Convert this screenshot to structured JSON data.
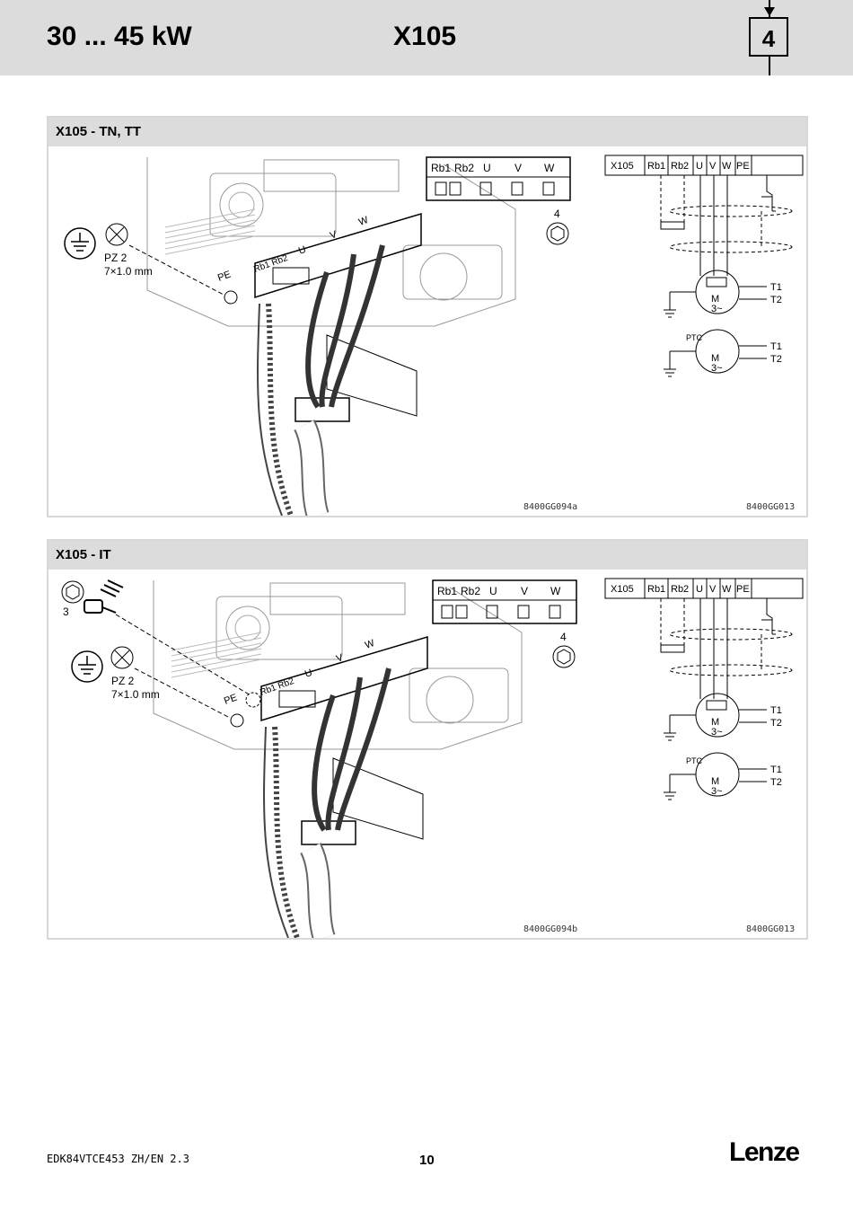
{
  "header": {
    "power_range": "30 ... 45 kW",
    "code": "X105",
    "chapter": "4"
  },
  "panels": [
    {
      "title": "X105 - TN, TT",
      "terminals": [
        "Rb1",
        "Rb2",
        "U",
        "V",
        "W"
      ],
      "device_labels": [
        "PE",
        "Rb1 Rb2",
        "U",
        "V",
        "W"
      ],
      "tool_number": "4",
      "torque_tool": "PZ 2",
      "torque_spec": "7×1.0 mm",
      "ref_left": "8400GG094a",
      "ref_right": "8400GG013"
    },
    {
      "title": "X105 - IT",
      "terminals": [
        "Rb1",
        "Rb2",
        "U",
        "V",
        "W"
      ],
      "device_labels": [
        "PE",
        "Rb1 Rb2",
        "U",
        "V",
        "W"
      ],
      "tool_number": "4",
      "screw_number": "3",
      "torque_tool": "PZ 2",
      "torque_spec": "7×1.0 mm",
      "ref_left": "8400GG094b",
      "ref_right": "8400GG013"
    }
  ],
  "schematic": {
    "connector": "X105",
    "terminals": [
      "Rb1",
      "Rb2",
      "U",
      "V",
      "W",
      "PE"
    ],
    "motor": "M",
    "motor_phase": "3~",
    "t1": "T1",
    "t2": "T2",
    "ptc": "PTC"
  },
  "footer": {
    "doc_id": "EDK84VTCE453  ZH/EN  2.3",
    "page": "10",
    "logo": "Lenze"
  }
}
